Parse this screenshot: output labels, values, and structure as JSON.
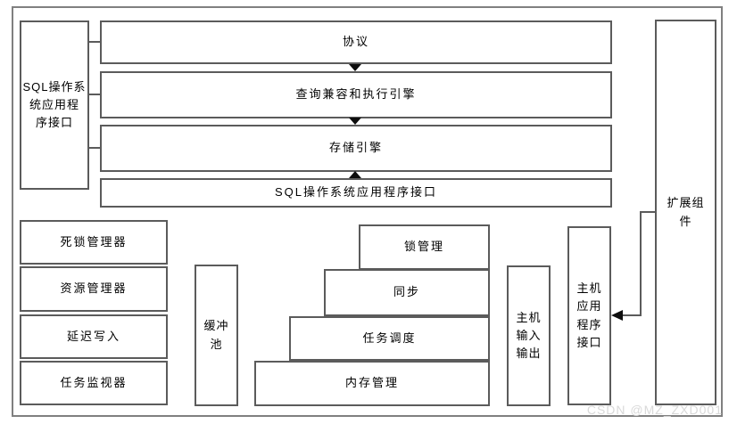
{
  "diagram": {
    "left_api_box": {
      "label": "SQL操作系\n统应用程\n序接口"
    },
    "layers": [
      {
        "label": "协议"
      },
      {
        "label": "查询兼容和执行引擎"
      },
      {
        "label": "存储引擎"
      },
      {
        "label": "SQL操作系统应用程序接口"
      }
    ],
    "flow_arrows": [
      {
        "name": "protocol-to-query-engine",
        "direction": "down"
      },
      {
        "name": "query-engine-to-storage-engine",
        "direction": "down"
      },
      {
        "name": "sql-api-to-storage-engine",
        "direction": "up"
      }
    ],
    "managers": [
      {
        "label": "死锁管理器"
      },
      {
        "label": "资源管理器"
      },
      {
        "label": "延迟写入"
      },
      {
        "label": "任务监视器"
      }
    ],
    "buffer_pool": {
      "label": "缓冲\n池"
    },
    "pyramid": [
      {
        "label": "锁管理"
      },
      {
        "label": "同步"
      },
      {
        "label": "任务调度"
      },
      {
        "label": "内存管理"
      }
    ],
    "host_io": {
      "label": "主机\n输入\n输出"
    },
    "host_api": {
      "label": "主机\n应用\n程序\n接口"
    },
    "extension": {
      "label": "扩展组\n件"
    },
    "elbow_arrow": {
      "name": "extension-to-host-api",
      "direction": "left"
    },
    "colors": {
      "frame_border": "#808080",
      "box_border": "#5b5b5b",
      "arrow": "#0d0d0d",
      "text": "#000000",
      "watermark": "#d9d9d9",
      "background": "#ffffff"
    }
  },
  "watermark": {
    "text": "CSDN @MZ_ZXD001"
  }
}
